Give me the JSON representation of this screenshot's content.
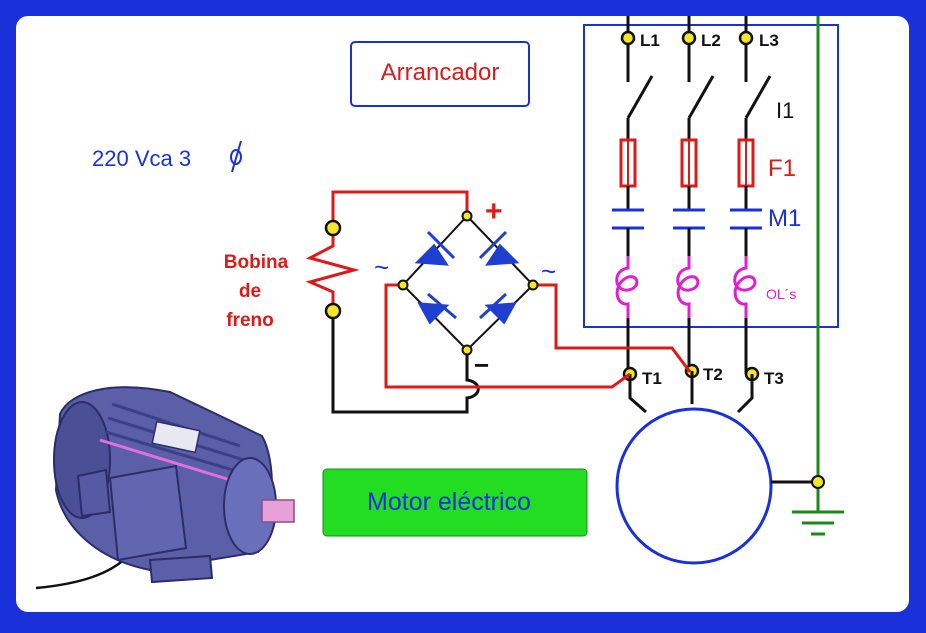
{
  "colors": {
    "frame": "#1a30d8",
    "panel": "#ffffff",
    "wire_black": "#111111",
    "wire_red": "#dd1a1a",
    "diode": "#1f3fd0",
    "fuse": "#dd1a1a",
    "overload": "#e020d0",
    "ground": "#1a8a1a",
    "terminal": "#f5e62a",
    "motor_label_bg": "#22dd22",
    "blue_text": "#1a30d8"
  },
  "supply_label": "220 Vca 3",
  "supply_symbol": "phase-symbol-icon",
  "starter_label": "Arrancador",
  "brake_coil_label": [
    "Bobina",
    "de",
    "freno"
  ],
  "rectifier": {
    "plus": "+",
    "minus": "−",
    "ac_left": "~",
    "ac_right": "~"
  },
  "lines": [
    "L1",
    "L2",
    "L3"
  ],
  "switch_label": "I1",
  "fuse_label": "F1",
  "contactor_label": "M1",
  "overload_label": "OL´s",
  "terminals": [
    "T1",
    "T2",
    "T3"
  ],
  "motor_label": "Motor eléctrico",
  "illustration": "electric-motor-illustration"
}
